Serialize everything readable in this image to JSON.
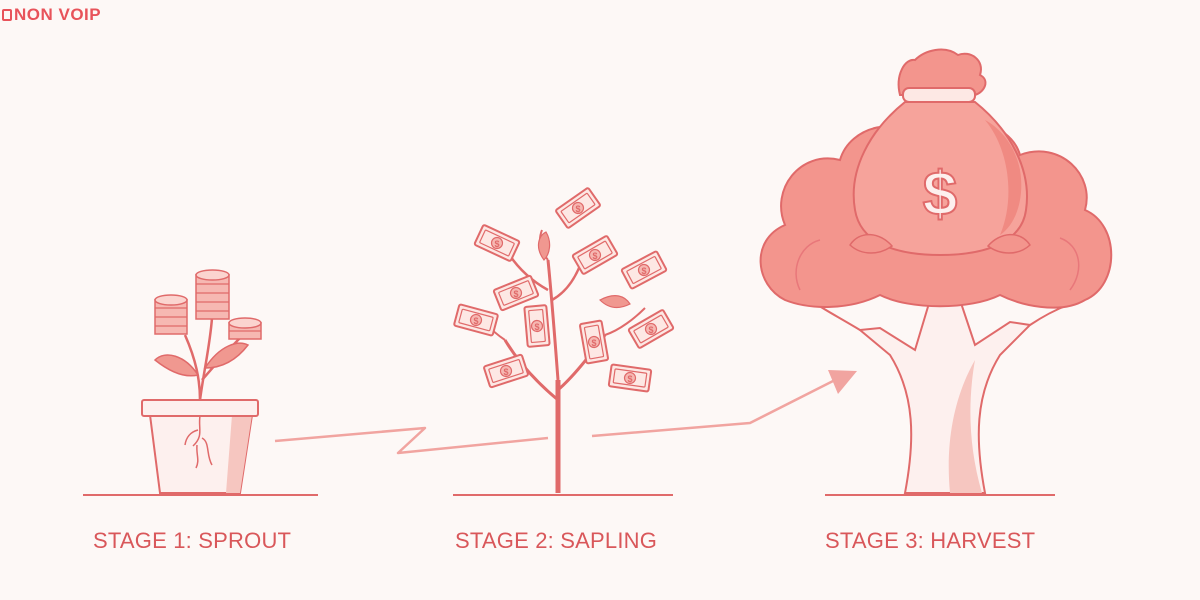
{
  "brand": {
    "name": "NON VOIP"
  },
  "stages": [
    {
      "label": "STAGE 1: SPROUT"
    },
    {
      "label": "STAGE 2: SAPLING"
    },
    {
      "label": "STAGE 3: HARVEST"
    }
  ],
  "money_bag": {
    "symbol": "$"
  },
  "bill": {
    "symbol": "$"
  },
  "colors": {
    "accent": "#e8535a",
    "line": "#e06a6a",
    "fill_light": "#f6b8b2",
    "fill_mid": "#f09890",
    "background": "#fdf8f6"
  },
  "icons": [
    "coin-stack-icon",
    "plant-pot-icon",
    "money-tree-icon",
    "money-bag-icon",
    "growth-arrow-icon"
  ]
}
